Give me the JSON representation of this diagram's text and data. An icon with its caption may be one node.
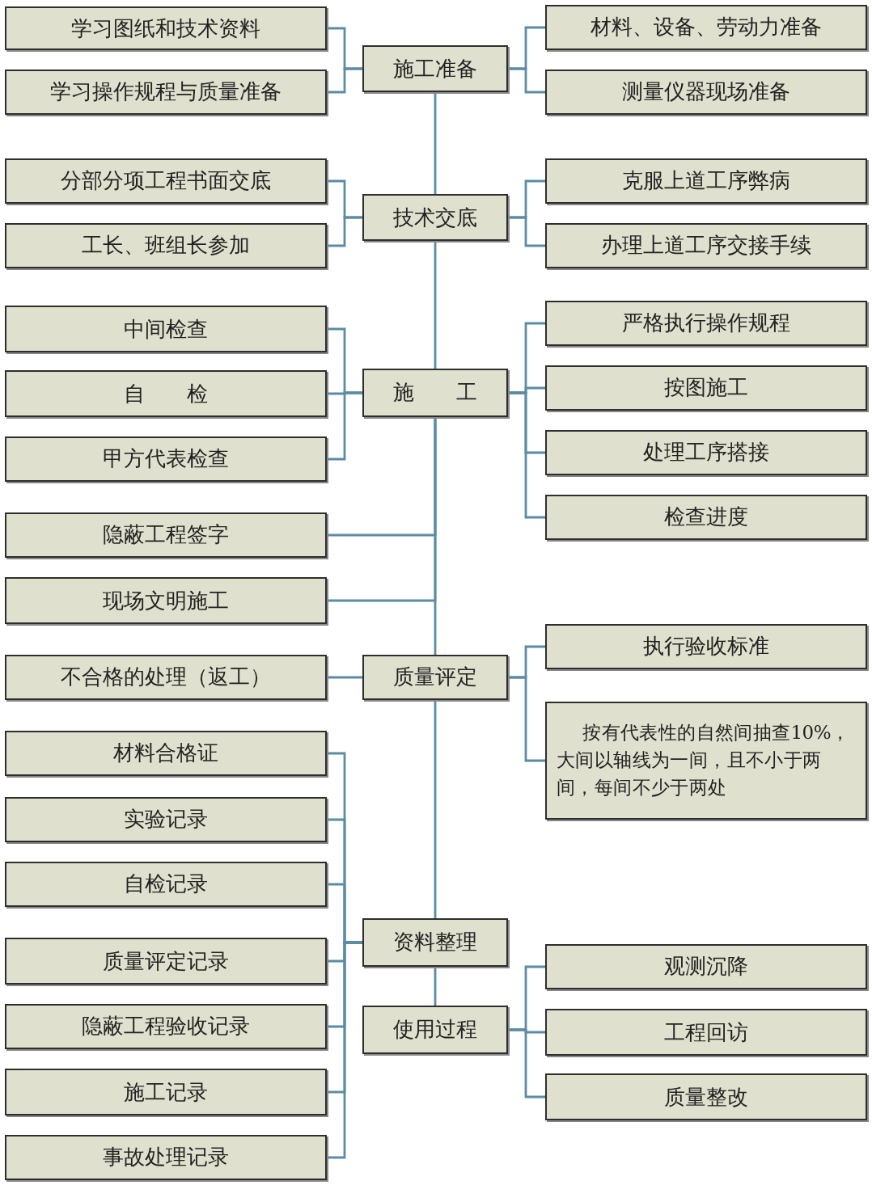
{
  "diagram": {
    "nodes": [
      {
        "text": [
          "学习图纸和技术资料"
        ]
      },
      {
        "text": [
          "学习操作规程与质量准备"
        ]
      },
      {
        "text": [
          "施工准备"
        ]
      },
      {
        "text": [
          "材料、设备、劳动力准备"
        ]
      },
      {
        "text": [
          "测量仪器现场准备"
        ]
      },
      {
        "text": [
          "分部分项工程书面交底"
        ]
      },
      {
        "text": [
          "工长、班组长参加"
        ]
      },
      {
        "text": [
          "技术交底"
        ]
      },
      {
        "text": [
          "克服上道工序弊病"
        ]
      },
      {
        "text": [
          "办理上道工序交接手续"
        ]
      },
      {
        "text": [
          "中间检查"
        ]
      },
      {
        "text": [
          "自　　检"
        ]
      },
      {
        "text": [
          "甲方代表检查"
        ]
      },
      {
        "text": [
          "施　　工"
        ]
      },
      {
        "text": [
          "严格执行操作规程"
        ]
      },
      {
        "text": [
          "按图施工"
        ]
      },
      {
        "text": [
          "处理工序搭接"
        ]
      },
      {
        "text": [
          "检查进度"
        ]
      },
      {
        "text": [
          "隐蔽工程签字"
        ]
      },
      {
        "text": [
          "现场文明施工"
        ]
      },
      {
        "text": [
          "不合格的处理（返工）"
        ]
      },
      {
        "text": [
          "质量评定"
        ]
      },
      {
        "text": [
          "执行验收标准"
        ]
      },
      {
        "text": [
          "按有代表性的自然间抽查10%，大间以轴线为一间，且不小于两间，每间不少于两处"
        ]
      },
      {
        "text": [
          "材料合格证"
        ]
      },
      {
        "text": [
          "实验记录"
        ]
      },
      {
        "text": [
          "自检记录"
        ]
      },
      {
        "text": [
          "质量评定记录"
        ]
      },
      {
        "text": [
          "隐蔽工程验收记录"
        ]
      },
      {
        "text": [
          "施工记录"
        ]
      },
      {
        "text": [
          "事故处理记录"
        ]
      },
      {
        "text": [
          "资料整理"
        ]
      },
      {
        "text": [
          "使用过程"
        ]
      },
      {
        "text": [
          "观测沉降"
        ]
      },
      {
        "text": [
          "工程回访"
        ]
      },
      {
        "text": [
          "质量整改"
        ]
      }
    ],
    "edges": [
      {
        "from": 2,
        "to": 7,
        "arrow": "none"
      },
      {
        "from": 7,
        "to": 13,
        "arrow": "none"
      },
      {
        "from": 13,
        "to": 21,
        "arrow": "none"
      },
      {
        "from": 21,
        "to": 31,
        "arrow": "none"
      },
      {
        "from": 31,
        "to": 32,
        "arrow": "none"
      },
      {
        "from": 2,
        "to": 0,
        "arrow": "none"
      },
      {
        "from": 2,
        "to": 1,
        "arrow": "none"
      },
      {
        "from": 2,
        "to": 3,
        "arrow": "none"
      },
      {
        "from": 2,
        "to": 4,
        "arrow": "none"
      },
      {
        "from": 7,
        "to": 5,
        "arrow": "none"
      },
      {
        "from": 7,
        "to": 6,
        "arrow": "none"
      },
      {
        "from": 7,
        "to": 8,
        "arrow": "none"
      },
      {
        "from": 7,
        "to": 9,
        "arrow": "none"
      },
      {
        "from": 13,
        "to": 10,
        "arrow": "none"
      },
      {
        "from": 13,
        "to": 11,
        "arrow": "none"
      },
      {
        "from": 13,
        "to": 12,
        "arrow": "none"
      },
      {
        "from": 13,
        "to": 14,
        "arrow": "none"
      },
      {
        "from": 13,
        "to": 15,
        "arrow": "none"
      },
      {
        "from": 13,
        "to": 16,
        "arrow": "none"
      },
      {
        "from": 13,
        "to": 17,
        "arrow": "none"
      },
      {
        "from": 13,
        "to": 18,
        "arrow": "none"
      },
      {
        "from": 13,
        "to": 19,
        "arrow": "none"
      },
      {
        "from": 21,
        "to": 20,
        "arrow": "none"
      },
      {
        "from": 21,
        "to": 22,
        "arrow": "none"
      },
      {
        "from": 21,
        "to": 23,
        "arrow": "none"
      },
      {
        "from": 31,
        "to": 24,
        "arrow": "none"
      },
      {
        "from": 31,
        "to": 25,
        "arrow": "none"
      },
      {
        "from": 31,
        "to": 26,
        "arrow": "none"
      },
      {
        "from": 31,
        "to": 27,
        "arrow": "none"
      },
      {
        "from": 31,
        "to": 28,
        "arrow": "none"
      },
      {
        "from": 31,
        "to": 29,
        "arrow": "none"
      },
      {
        "from": 31,
        "to": 30,
        "arrow": "none"
      },
      {
        "from": 32,
        "to": 33,
        "arrow": "none"
      },
      {
        "from": 32,
        "to": 34,
        "arrow": "none"
      },
      {
        "from": 32,
        "to": 35,
        "arrow": "none"
      }
    ]
  }
}
